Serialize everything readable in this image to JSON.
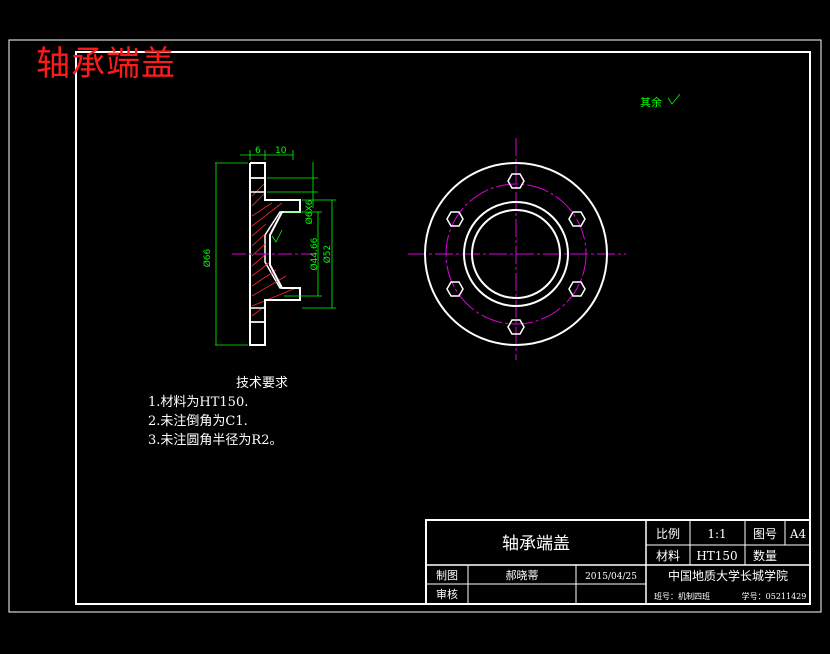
{
  "watermark": "轴承端盖",
  "roughness_note": "其余",
  "dimensions": {
    "top_6": "6",
    "top_10": "10",
    "d66": "Ø66",
    "d44": "Ø44.66",
    "d52": "Ø52",
    "d6x6": "Ø6X6"
  },
  "tech_requirements": {
    "title": "技术要求",
    "items": [
      "1.材料为HT150.",
      "2.未注倒角为C1.",
      "3.未注圆角半径为R2。"
    ]
  },
  "title_block": {
    "part_name": "轴承端盖",
    "scale_label": "比例",
    "scale_value": "1:1",
    "drawing_no_label": "图号",
    "drawing_no_value": "A4",
    "material_label": "材料",
    "material_value": "HT150",
    "quantity_label": "数量",
    "drawn_label": "制图",
    "drawn_name": "郝晓蒂",
    "date": "2015/04/25",
    "review_label": "审核",
    "school": "中国地质大学长城学院",
    "class_info": "班号：机制四班",
    "student_id": "学号：05211429"
  }
}
